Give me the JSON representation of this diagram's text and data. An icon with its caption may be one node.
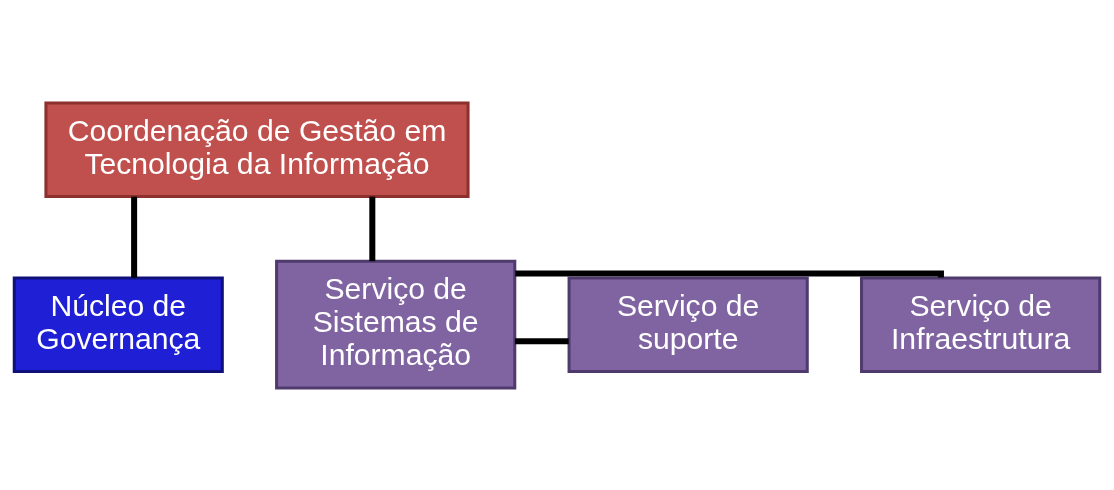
{
  "diagram": {
    "nodes": [
      {
        "text": [
          "Coordenação de Gestão em Tecnologia da Informação"
        ]
      },
      {
        "text": [
          "Núcleo de Governança"
        ]
      },
      {
        "text": [
          "Serviço de Infraestrutura"
        ]
      },
      {
        "text": [
          "Serviço de Sistemas de Informação"
        ]
      },
      {
        "text": [
          "Serviço de suporte"
        ]
      }
    ],
    "edges": [
      {
        "from": 0,
        "to": 1,
        "arrow": "none"
      },
      {
        "from": 0,
        "to": 3,
        "arrow": "none"
      },
      {
        "from": 3,
        "to": 2,
        "arrow": "none"
      },
      {
        "from": 3,
        "to": 4,
        "arrow": "none"
      }
    ]
  }
}
